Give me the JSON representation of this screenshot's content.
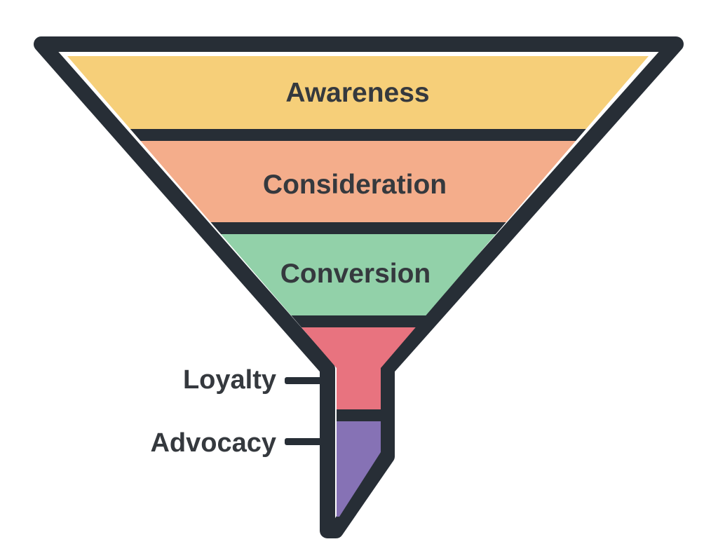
{
  "diagram": {
    "title": "marketing-funnel",
    "background_color": "#ffffff",
    "outline_color": "#272E36",
    "inner_gap_color": "#ffffff",
    "label_color": "#35393E",
    "stages": [
      {
        "label": "Awareness",
        "color": "#F6CF79",
        "label_position": "inside"
      },
      {
        "label": "Consideration",
        "color": "#F4AD8B",
        "label_position": "inside"
      },
      {
        "label": "Conversion",
        "color": "#92D1A9",
        "label_position": "inside"
      },
      {
        "label": "Loyalty",
        "color": "#E8737F",
        "label_position": "outside-left"
      },
      {
        "label": "Advocacy",
        "color": "#8672B5",
        "label_position": "outside-left"
      }
    ]
  }
}
